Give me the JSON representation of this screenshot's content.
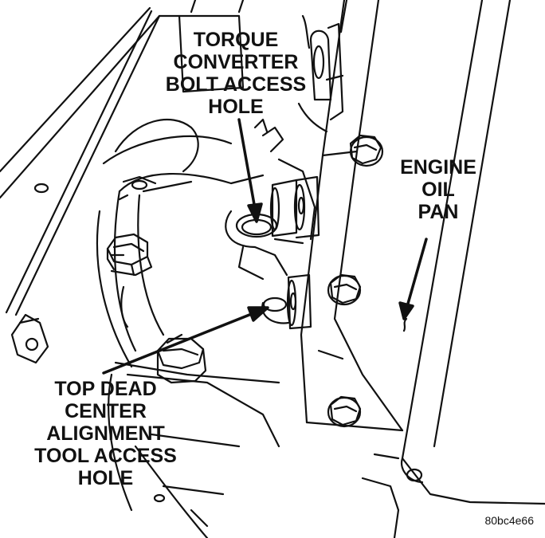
{
  "labels": {
    "torque_converter": [
      "TORQUE",
      "CONVERTER",
      "BOLT ACCESS",
      "HOLE"
    ],
    "engine_oil_pan": [
      "ENGINE",
      "OIL",
      "PAN"
    ],
    "top_dead_center": [
      "TOP DEAD",
      "CENTER",
      "ALIGNMENT",
      "TOOL ACCESS",
      "HOLE"
    ]
  },
  "figure_code": "80bc4e66",
  "colors": {
    "ink": "#111111",
    "paper": "#ffffff"
  }
}
